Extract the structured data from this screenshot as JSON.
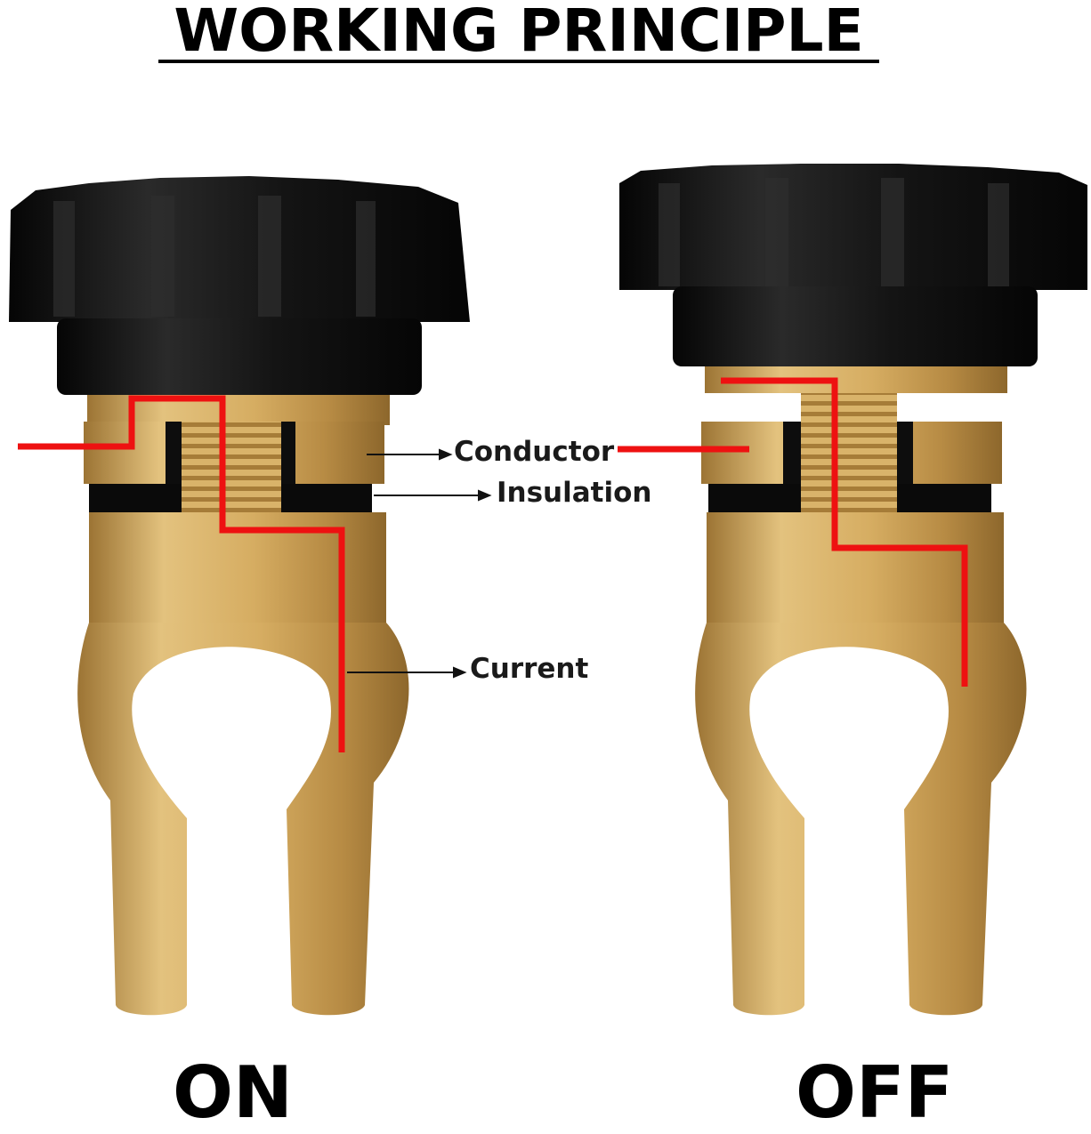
{
  "title": "WORKING PRINCIPLE",
  "labels": {
    "conductor": "Conductor",
    "insulation": "Insulation",
    "current": "Current"
  },
  "states": {
    "on": "ON",
    "off": "OFF"
  },
  "colors": {
    "knob": "#141414",
    "brass": "#d9b36a",
    "brass_dark": "#b88d45",
    "insulation": "#0a0a0a",
    "current_path": "#ee1111",
    "background": "#ffffff"
  }
}
